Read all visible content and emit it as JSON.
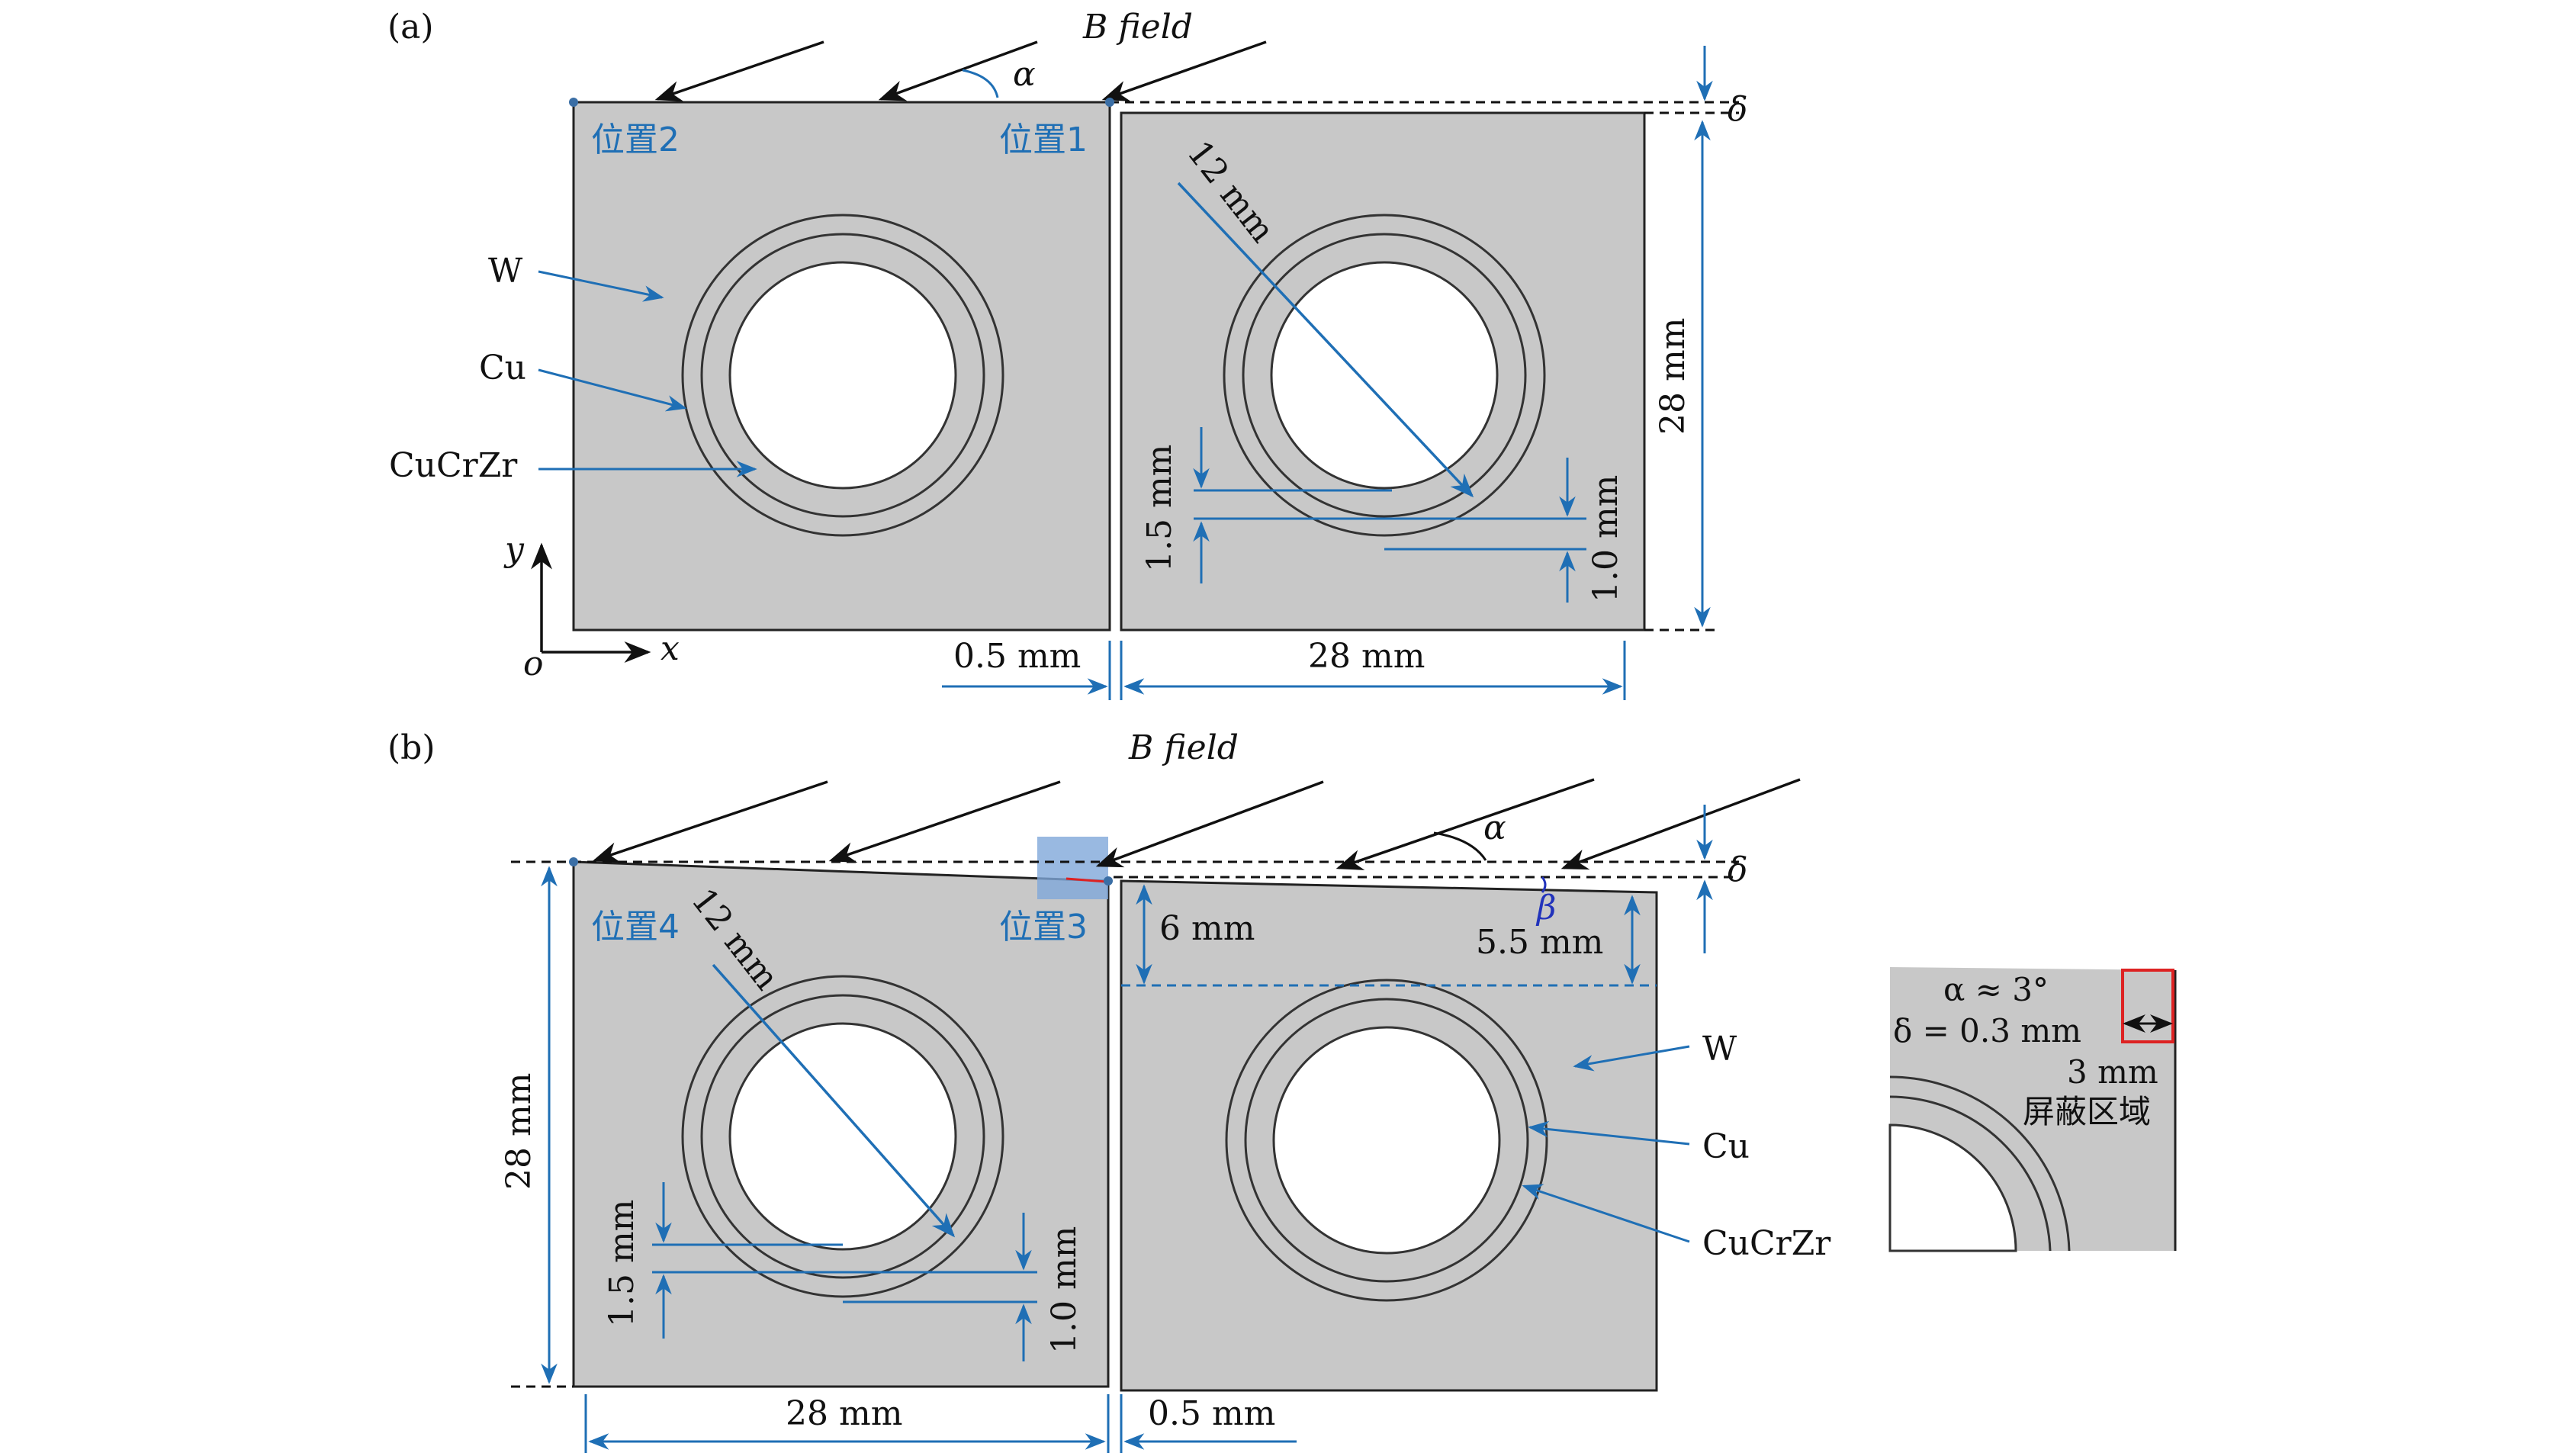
{
  "panel_a": {
    "label": "(a)",
    "b_field_label": "B field",
    "alpha": "α",
    "delta": "δ",
    "pos2": "位置2",
    "pos1": "位置1",
    "w": "W",
    "cu": "Cu",
    "cucrzr": "CuCrZr",
    "dim_12": "12 mm",
    "dim_28_vert": "28 mm",
    "dim_1_5": "1.5 mm",
    "dim_1_0": "1.0 mm",
    "dim_0_5": "0.5 mm",
    "dim_28_horiz": "28 mm",
    "axis_y": "y",
    "axis_x": "x",
    "axis_o": "o"
  },
  "panel_b": {
    "label": "(b)",
    "b_field_label": "B field",
    "alpha": "α",
    "beta": "β",
    "delta": "δ",
    "pos4": "位置4",
    "pos3": "位置3",
    "dim_12": "12 mm",
    "dim_6": "6 mm",
    "dim_5_5": "5.5 mm",
    "dim_28_vert": "28 mm",
    "dim_1_5": "1.5 mm",
    "dim_1_0": "1.0 mm",
    "dim_28_horiz": "28 mm",
    "dim_0_5": "0.5 mm",
    "w": "W",
    "cu": "Cu",
    "cucrzr": "CuCrZr"
  },
  "inset": {
    "alpha_eq": "α ≈ 3°",
    "delta_eq": "δ = 0.3 mm",
    "dim_3": "3 mm",
    "shield": "屏蔽区域"
  },
  "colors": {
    "tile": "#c8c8c8",
    "dimension": "#1f6fb5",
    "field": "#111111",
    "inset_box": "#dd2222",
    "highlight": "#7fa8d9"
  }
}
